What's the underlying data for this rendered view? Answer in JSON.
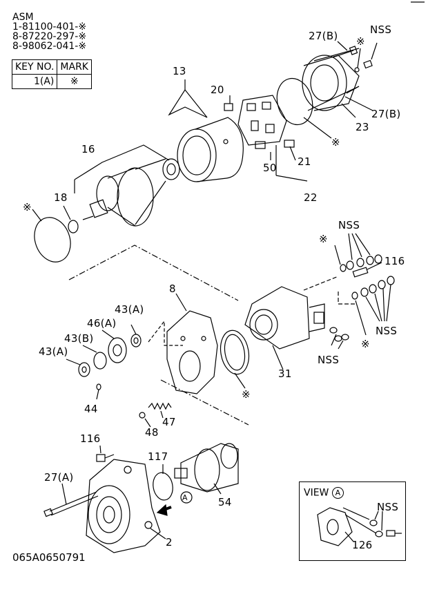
{
  "asm": {
    "title": "ASM",
    "lines": [
      "1-81100-401-※",
      "8-87220-297-※",
      "8-98062-041-※"
    ]
  },
  "key_table": {
    "headers": [
      "KEY NO.",
      "MARK"
    ],
    "rows": [
      [
        "1(A)",
        "※"
      ]
    ]
  },
  "labels": {
    "l27b_top": "27(B)",
    "nss_top": "NSS",
    "star_top": "※",
    "l13": "13",
    "l20": "20",
    "l27b_right": "27(B)",
    "l23": "23",
    "star_mid": "※",
    "l16": "16",
    "l21": "21",
    "l50": "50",
    "l22": "22",
    "l18": "18",
    "star_left": "※",
    "nss_right": "NSS",
    "star_right": "※",
    "l116_right": "116",
    "l8": "8",
    "l43a_top": "43(A)",
    "l46a": "46(A)",
    "l43b": "43(B)",
    "l43a_left": "43(A)",
    "nss_lower_right": "NSS",
    "star_lower_right": "※",
    "nss_bottom_mid": "NSS",
    "l31": "31",
    "star_ring": "※",
    "l44": "44",
    "l47": "47",
    "l48": "48",
    "l116_bottom": "116",
    "l117": "117",
    "l27a": "27(A)",
    "callout_a": "A",
    "l54": "54",
    "l2": "2",
    "l126": "126",
    "nss_view": "NSS"
  },
  "view": {
    "title": "VIEW",
    "marker": "A"
  },
  "drawing_code": "065A0650791"
}
